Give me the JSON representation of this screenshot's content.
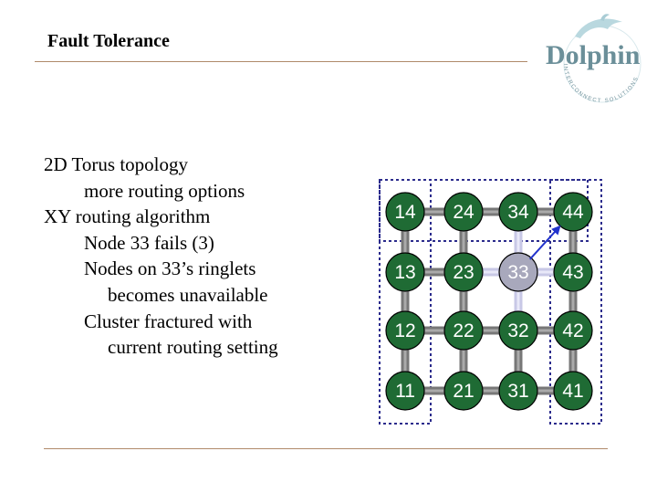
{
  "slide": {
    "title": "Fault Tolerance",
    "bullets": [
      {
        "level": 1,
        "text": "2D Torus topology"
      },
      {
        "level": 2,
        "text": "more routing options"
      },
      {
        "level": 1,
        "text": "XY routing algorithm"
      },
      {
        "level": 2,
        "text": "Node 33 fails (3)"
      },
      {
        "level": 2,
        "text": "Nodes on 33’s ringlets"
      },
      {
        "level": 3,
        "text": "becomes unavailable"
      },
      {
        "level": 2,
        "text": "Cluster fractured with"
      },
      {
        "level": 3,
        "text": "current routing setting"
      }
    ]
  },
  "logo": {
    "name": "Dolphin",
    "tagline": "INTERCONNECT SOLUTIONS",
    "icon": "dolphin-icon"
  },
  "torus": {
    "rows": [
      [
        "14",
        "24",
        "34",
        "44"
      ],
      [
        "13",
        "23",
        "33",
        "43"
      ],
      [
        "12",
        "22",
        "32",
        "42"
      ],
      [
        "11",
        "21",
        "31",
        "41"
      ]
    ],
    "failed_node": "33",
    "reroute_arrow": {
      "from": "33",
      "to": "44"
    },
    "colors": {
      "node": "#1f6b34",
      "failed_node": "#a8a8bc",
      "link": "#777777",
      "failed_link": "#c8c8e6",
      "ringlet_box": "#2b2b8c",
      "arrow": "#2233cc"
    }
  }
}
